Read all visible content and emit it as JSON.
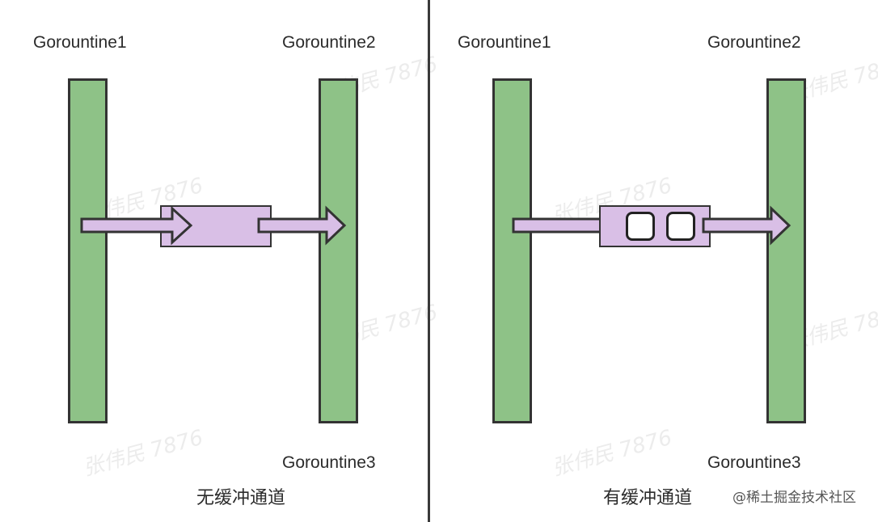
{
  "left": {
    "goroutine1": "Gorountine1",
    "goroutine2": "Gorountine2",
    "goroutine3": "Gorountine3",
    "caption": "无缓冲通道"
  },
  "right": {
    "goroutine1": "Gorountine1",
    "goroutine2": "Gorountine2",
    "goroutine3": "Gorountine3",
    "caption": "有缓冲通道",
    "buffer_slots": 2
  },
  "watermark": "张伟民 7876",
  "credit": "@稀土掘金技术社区",
  "colors": {
    "goroutine_bar": "#8ec287",
    "channel": "#d9bfe6",
    "outline": "#333333"
  }
}
